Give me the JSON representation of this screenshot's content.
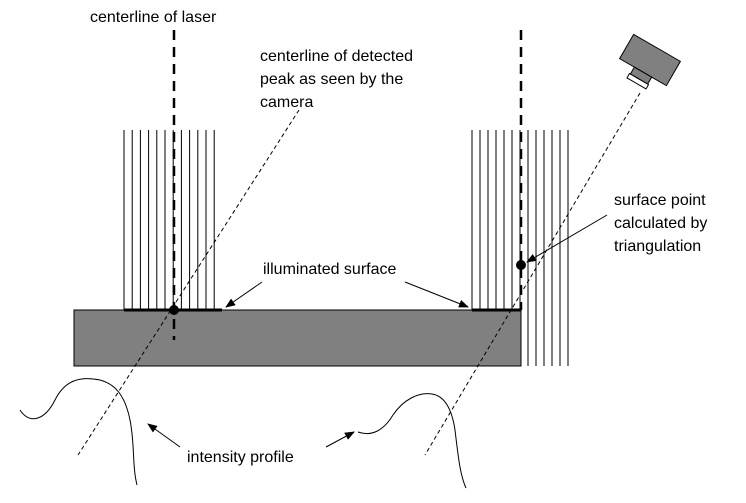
{
  "labels": {
    "centerline_laser": "centerline of laser",
    "centerline_peak": [
      "centerline of detected",
      "peak as seen by the",
      "camera"
    ],
    "illuminated_surface": "illuminated surface",
    "surface_point": [
      "surface point",
      "calculated by",
      "triangulation"
    ],
    "intensity_profile": "intensity profile"
  },
  "colors": {
    "block_fill": "#808080",
    "camera_fill": "#808080",
    "line": "#000000",
    "background": "#ffffff"
  },
  "icons": {
    "camera": "camera-icon"
  }
}
